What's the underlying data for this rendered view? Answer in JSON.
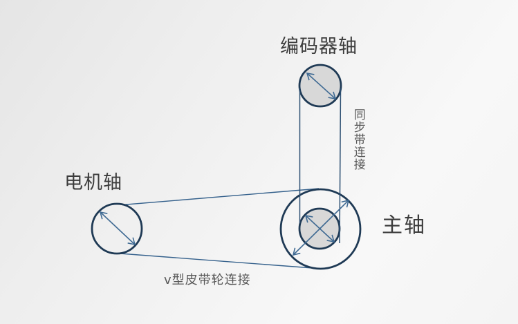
{
  "diagram": {
    "labels": {
      "encoder_shaft": "编码器轴",
      "motor_shaft": "电机轴",
      "main_shaft": "主轴",
      "sync_belt": "同步带连接",
      "v_belt": "v型皮带轮连接"
    },
    "colors": {
      "circle_stroke": "#1f3a55",
      "arrow": "#3f6a93",
      "v_belt_line": "#35618c",
      "sync_belt_line": "#2c4f72",
      "pulley_fill": "#d8d8d8",
      "label_dark": "#3c3c3c",
      "label_gray": "#585858",
      "background_top_left": "#e5e5e5",
      "background_bottom_right": "#f6f6f6"
    },
    "structure": {
      "pulleys": [
        "encoder-pulley",
        "motor-pulley",
        "main-pulley-outer",
        "main-pulley-inner"
      ],
      "connections": [
        "sync-belt",
        "v-belt"
      ]
    }
  }
}
